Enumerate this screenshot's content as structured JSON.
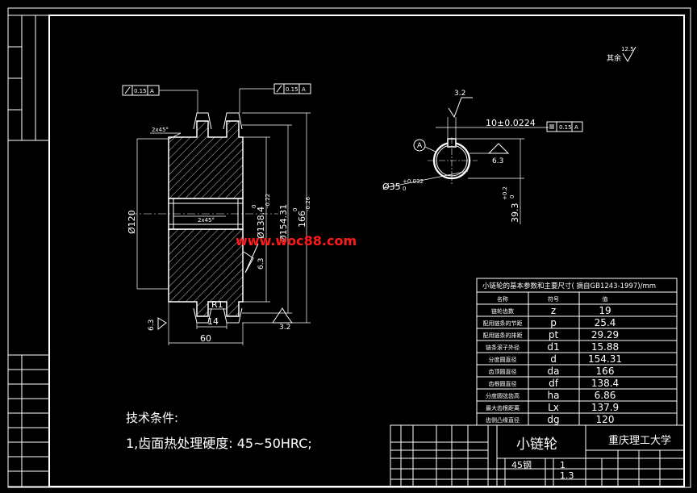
{
  "roughness": {
    "label": "其余",
    "value": "12.5"
  },
  "tolerance": {
    "left_runout": "0.15",
    "left_datum": "A",
    "right_runout": "0.15",
    "right_datum": "A",
    "key_sym": "0.15",
    "key_datum": "A"
  },
  "front_view": {
    "chamfer_top": "2x45°",
    "chamfer_mid": "2x45°",
    "dia_bore": "Ø120",
    "dia_root": "Ø138.4",
    "dia_root_tol_up": "0",
    "dia_root_tol_low": "-0.22",
    "dia_pitch": "Ø154.31",
    "dia_tip": "166",
    "dia_tip_tol_up": "0",
    "dia_tip_tol_low": "-0.26",
    "radius": "R1",
    "width_tooth": "14",
    "width_total": "60",
    "rough_side": "6.3",
    "rough_bottom_left": "6.3",
    "rough_bottom": "3.2"
  },
  "side_view": {
    "rough_top": "3.2",
    "keyway_width": "10±0.0224",
    "datum_label": "A",
    "rough_bore": "6.3",
    "bore_dia": "Ø35",
    "bore_tol": "+0.032",
    "bore_tol_low": "0",
    "key_depth": "39.3",
    "key_depth_tol_up": "+0.2",
    "key_depth_tol_low": "0"
  },
  "watermark": "www.woc88.com",
  "params_table": {
    "title": "小链轮的基本参数和主要尺寸( 摘自GB1243-1997)/mm",
    "headers": [
      "名称",
      "符号",
      "值"
    ],
    "rows": [
      {
        "name": "链轮齿数",
        "symbol": "z",
        "value": "19"
      },
      {
        "name": "配用链条的节距",
        "symbol": "p",
        "value": "25.4"
      },
      {
        "name": "配用链条的排距",
        "symbol": "pt",
        "value": "29.29"
      },
      {
        "name": "链条滚子外径",
        "symbol": "d1",
        "value": "15.88"
      },
      {
        "name": "分度圆直径",
        "symbol": "d",
        "value": "154.31"
      },
      {
        "name": "齿顶圆直径",
        "symbol": "da",
        "value": "166"
      },
      {
        "name": "齿根圆直径",
        "symbol": "df",
        "value": "138.4"
      },
      {
        "name": "分度圆弦齿高",
        "symbol": "ha",
        "value": "6.86"
      },
      {
        "name": "最大齿根距离",
        "symbol": "Lx",
        "value": "137.9"
      },
      {
        "name": "齿侧凸缘直径",
        "symbol": "dg",
        "value": "120"
      }
    ]
  },
  "tech_req": {
    "title": "技术条件:",
    "item1": "1,齿面热处理硬度: 45~50HRC;"
  },
  "title_block": {
    "part_name": "小链轮",
    "school": "重庆理工大学",
    "material": "45钢",
    "quantity": "1",
    "scale": "1.3"
  }
}
